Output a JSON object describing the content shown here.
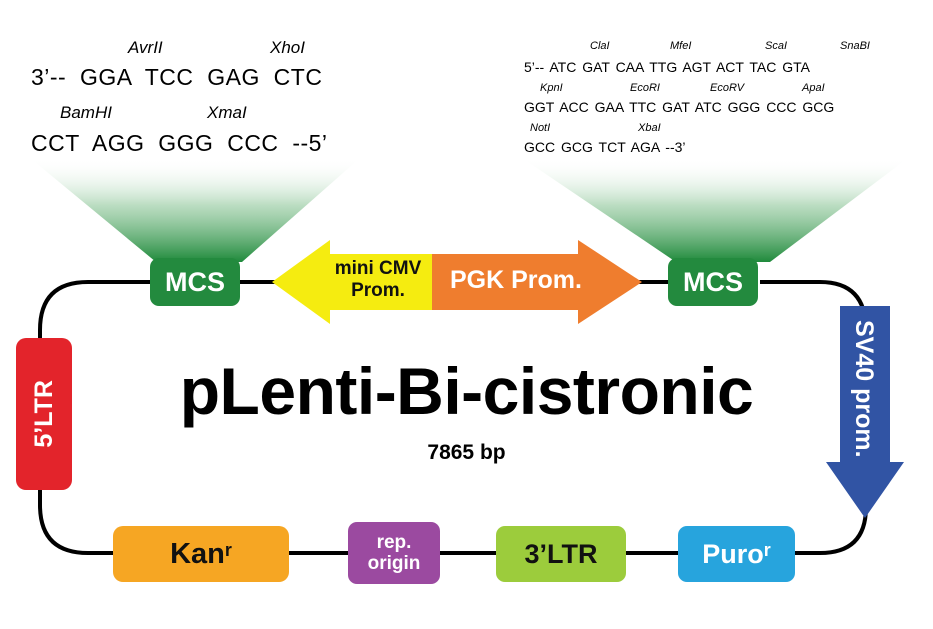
{
  "title": "pLenti-Bi-cistronic",
  "size": "7865 bp",
  "left_mcs": {
    "enzymes_top": [
      "AvrII",
      "XhoI"
    ],
    "seq_top": "3’--  GGA  TCC  GAG  CTC",
    "enzymes_bottom": [
      "BamHI",
      "XmaI"
    ],
    "seq_bottom": "CCT  AGG  GGG  CCC  --5’"
  },
  "right_mcs": {
    "row1_enzymes": [
      "ClaI",
      "MfeI",
      "ScaI",
      "SnaBI"
    ],
    "row1_seq": "5’-- ATC GAT CAA TTG AGT ACT TAC GTA",
    "row2_enzymes": [
      "KpnI",
      "EcoRI",
      "EcoRV",
      "ApaI"
    ],
    "row2_seq": "GGT ACC GAA TTC GAT ATC GGG CCC GCG",
    "row3_enzymes": [
      "NotI",
      "XbaI"
    ],
    "row3_seq": "GCC GCG TCT AGA --3’"
  },
  "features": {
    "mcs_left": "MCS",
    "mcs_right": "MCS",
    "mini_cmv": [
      "mini CMV",
      "Prom."
    ],
    "pgk": "PGK Prom.",
    "sv40": "SV40 prom.",
    "ltr5": "5’LTR",
    "kan": "Kan",
    "kan_sup": "r",
    "rep": [
      "rep.",
      "origin"
    ],
    "ltr3": "3’LTR",
    "puro": "Puro",
    "puro_sup": "r"
  },
  "colors": {
    "mcs_green": "#238a3e",
    "mini_cmv_yellow": "#f5ec10",
    "pgk_orange": "#ef7d2e",
    "sv40_blue": "#3154a4",
    "ltr5_red": "#e3242b",
    "kan_orange": "#f6a623",
    "rep_purple": "#9b4aa0",
    "ltr3_green": "#9ccc3c",
    "puro_blue": "#27a4dd"
  }
}
